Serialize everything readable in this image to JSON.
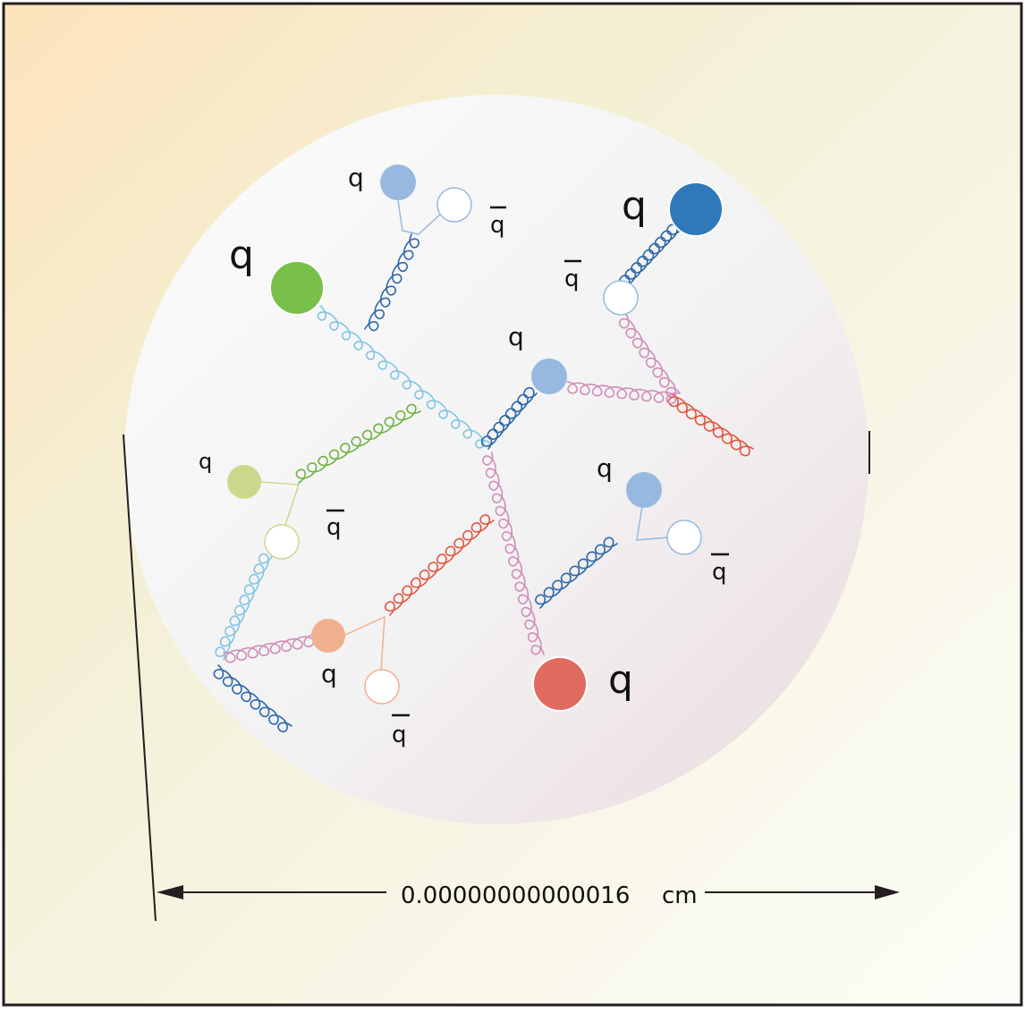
{
  "labels": {
    "quark": "q",
    "antiquark": "q",
    "measurement": "0.00000000000016",
    "unit": "cm"
  },
  "colors": {
    "frame": "#231f20",
    "background_start": "#fde8c4",
    "background_end": "#fdfdf8",
    "proton_light": "#f7f7f7",
    "proton_pink": "#efe3e6",
    "gluon_blue_dark": "#2a67a8",
    "gluon_blue_light": "#7fc5e3",
    "gluon_pink": "#cf8db8",
    "gluon_red": "#e0553d",
    "gluon_green": "#6db33f",
    "quark_green": "#78c04a",
    "quark_blue_dark": "#2f79b9",
    "quark_blue_light": "#97b9e0",
    "quark_red": "#e06b5f",
    "quark_olive": "#cbd88c",
    "quark_peach": "#f0b08d"
  }
}
